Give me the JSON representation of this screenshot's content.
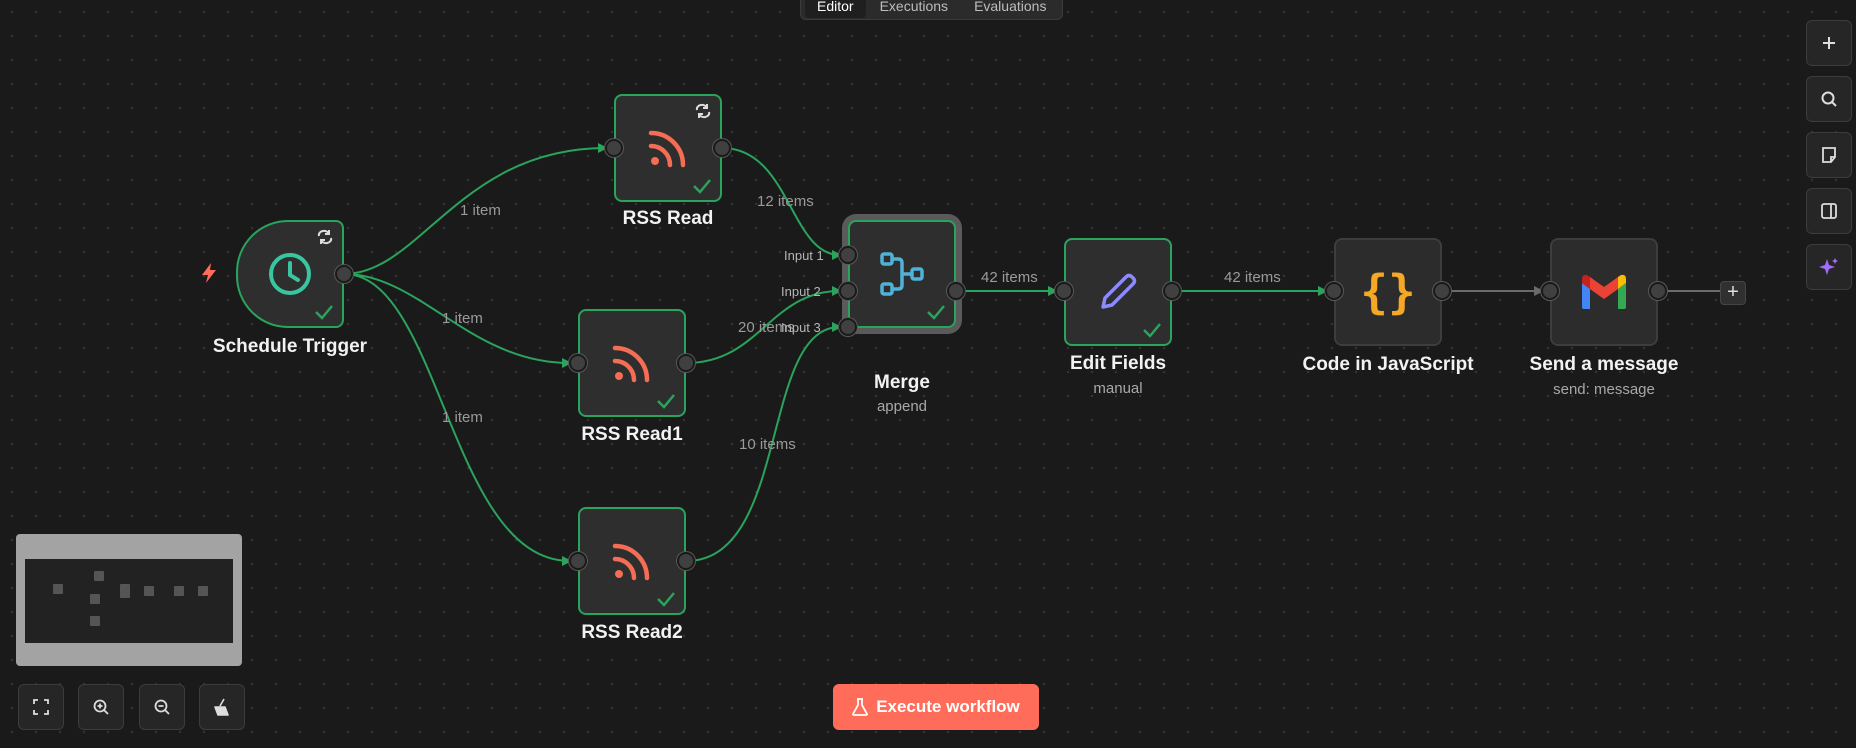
{
  "tabs": [
    {
      "label": "Editor",
      "active": true
    },
    {
      "label": "Executions",
      "active": false
    },
    {
      "label": "Evaluations",
      "active": false
    }
  ],
  "nodes": {
    "schedule": {
      "label": "Schedule Trigger"
    },
    "rss": {
      "label": "RSS Read"
    },
    "rss1": {
      "label": "RSS Read1"
    },
    "rss2": {
      "label": "RSS Read2"
    },
    "merge": {
      "label": "Merge",
      "subtitle": "append"
    },
    "edit": {
      "label": "Edit Fields",
      "subtitle": "manual"
    },
    "code": {
      "label": "Code in JavaScript",
      "glyph": "{}"
    },
    "gmail": {
      "label": "Send a message",
      "subtitle": "send: message"
    }
  },
  "edges": {
    "trigger_rss": "1 item",
    "trigger_rss1": "1 item",
    "trigger_rss2": "1 item",
    "rss_merge": "12 items",
    "rss1_merge": "20 items",
    "rss2_merge": "10 items",
    "merge_edit": "42 items",
    "edit_code": "42 items"
  },
  "merge_inputs": [
    "Input 1",
    "Input 2",
    "Input 3"
  ],
  "add_node_symbol": "+",
  "execute_button": {
    "label": "Execute workflow"
  },
  "icons": {
    "trigger": "lightning-bolt-icon",
    "schedule": "clock-icon",
    "rss": "rss-icon",
    "merge": "merge-icon",
    "edit": "pencil-icon",
    "code": "braces-icon",
    "gmail": "gmail-icon",
    "success": "check-icon",
    "loop": "loop-arrows-icon"
  },
  "colors": {
    "canvas": "#1a1a1a",
    "success": "#2aa35c",
    "accent": "#ff6d5a",
    "rss": "#f46d54",
    "merge": "#4fb3d9",
    "edit": "#8b8bff",
    "code": "#f4a826"
  }
}
